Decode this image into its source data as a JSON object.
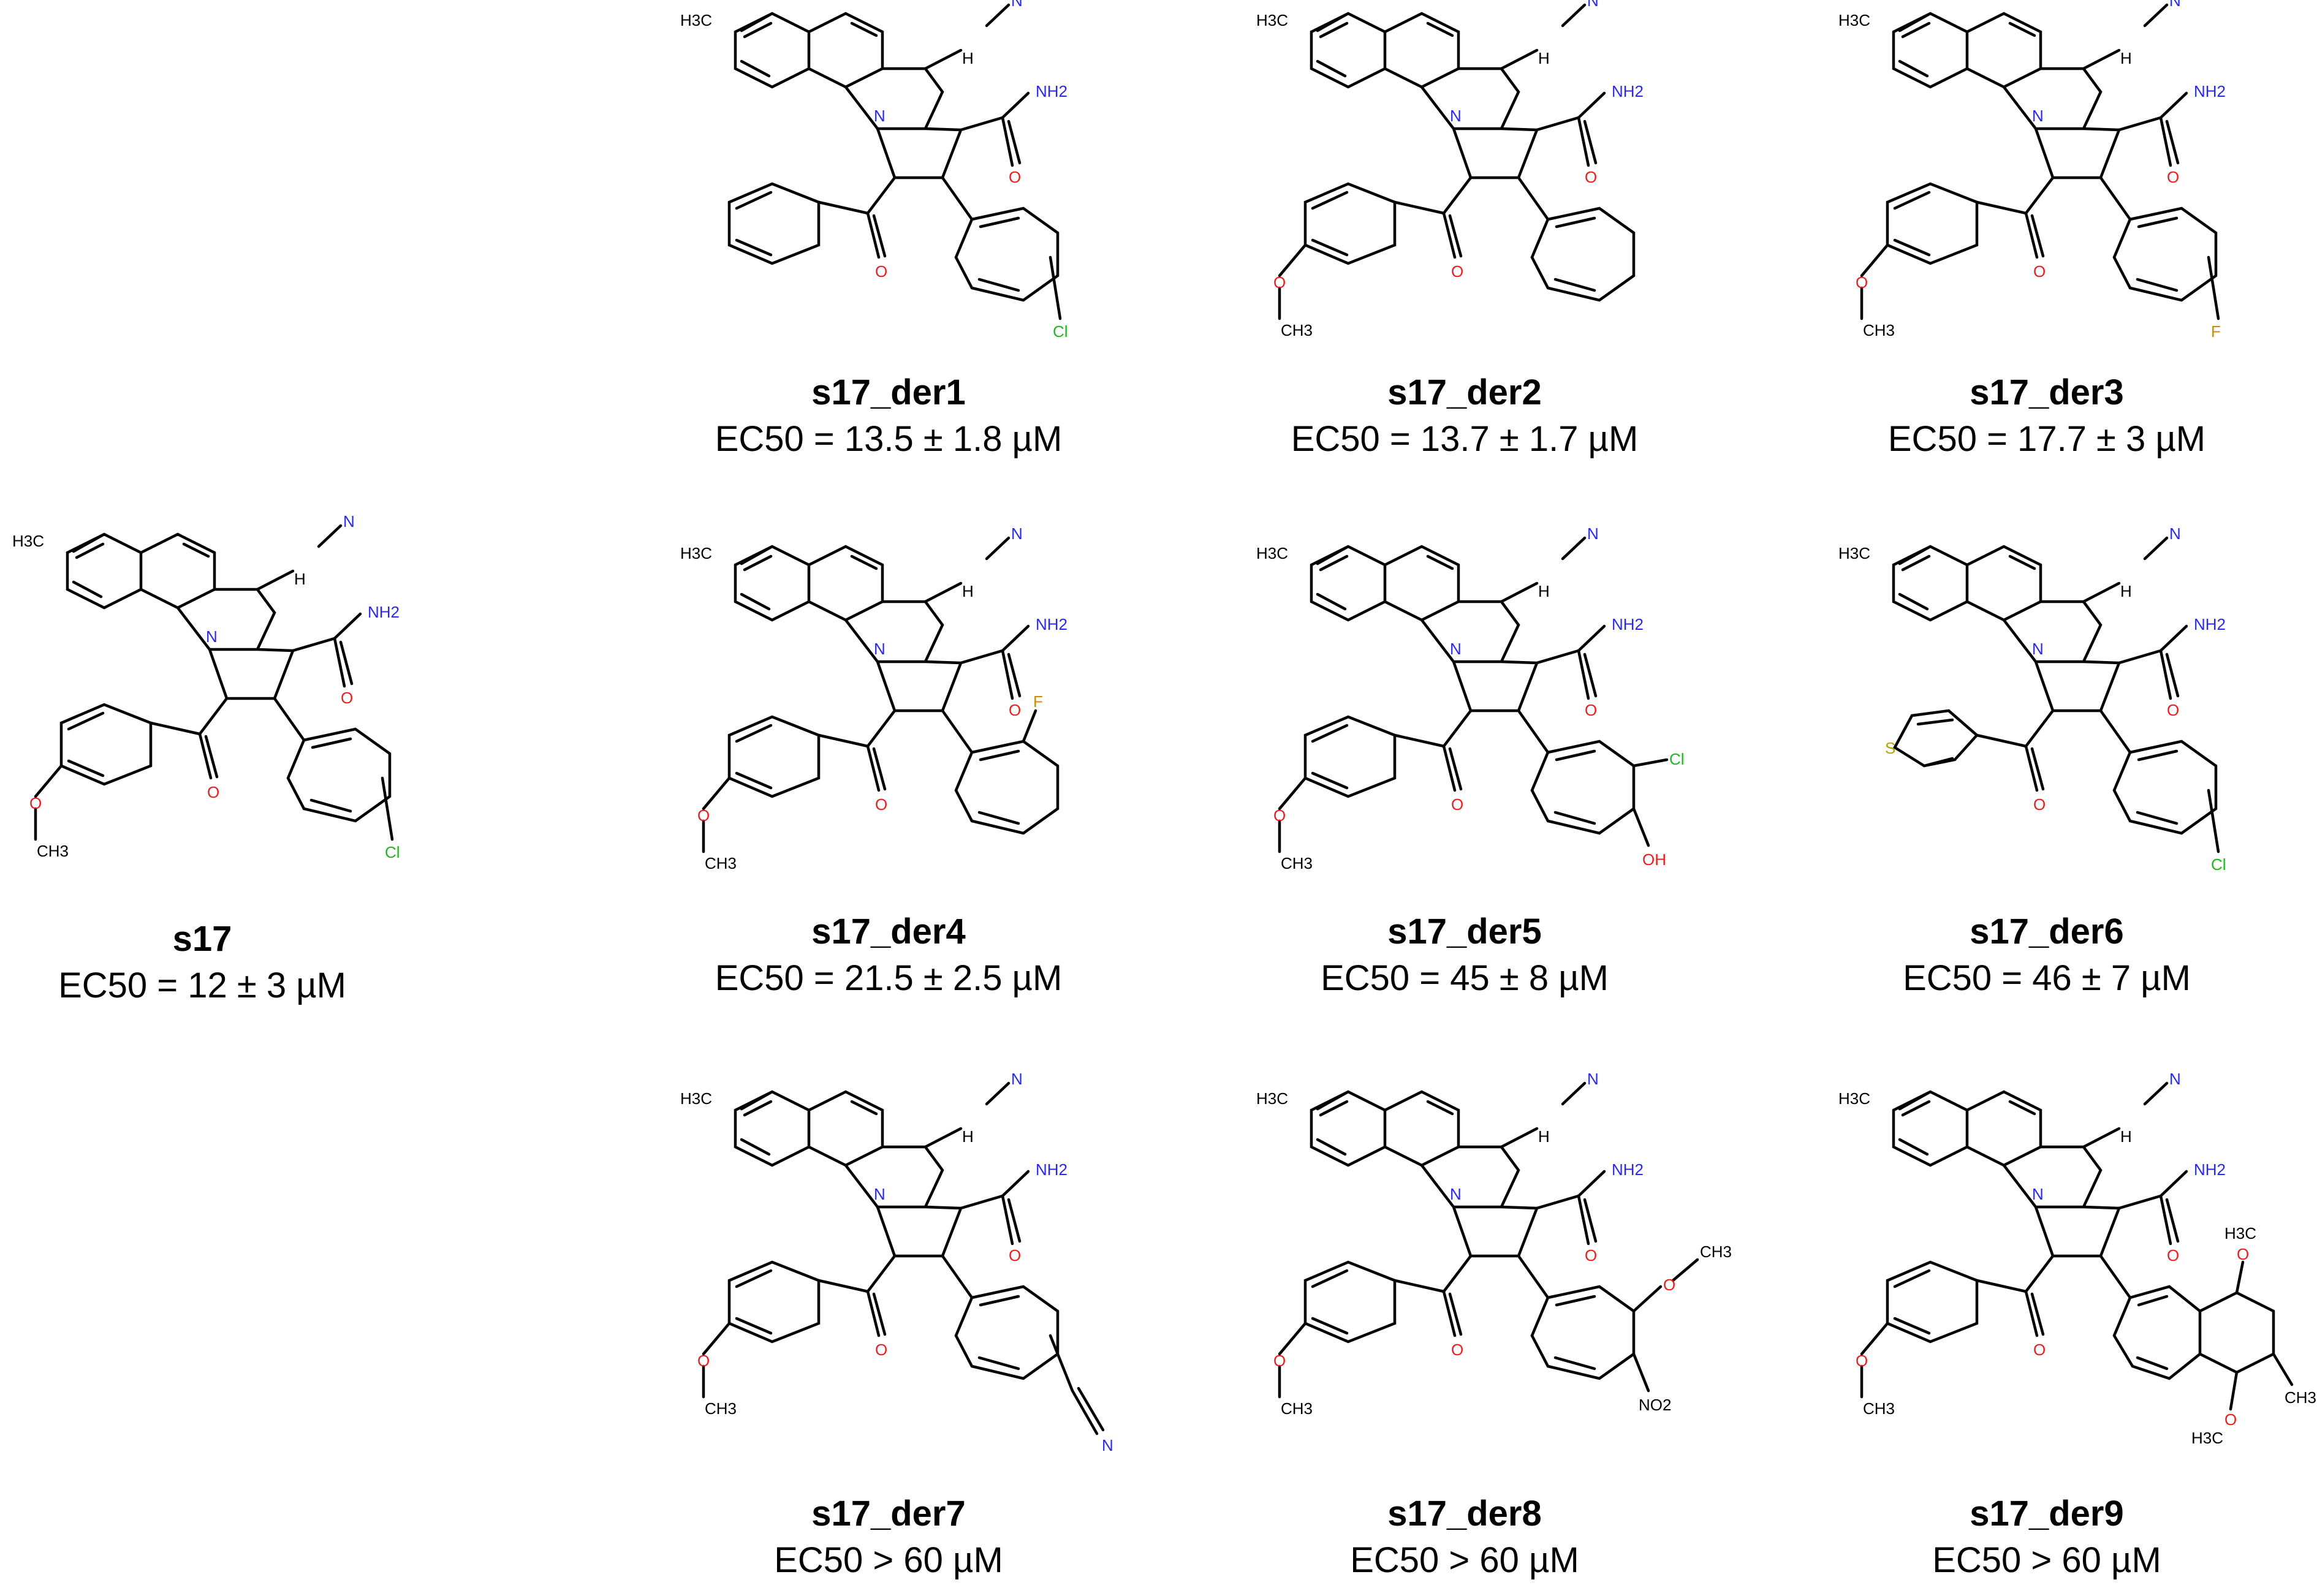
{
  "colors": {
    "carbon": "#000000",
    "nitrogen": "#2a2ae6",
    "oxygen": "#e62020",
    "chlorine": "#1fb81f",
    "fluorine": "#c88a14",
    "sulfur": "#b3a400"
  },
  "compounds": [
    {
      "name": "s17",
      "ec50": "EC50 = 12 ± 3 µM",
      "aryl": "aryl-4-chloro",
      "acyl": "3-methoxybenzoyl",
      "labels": {
        "methyl": "H3C",
        "h": "H",
        "nitrile_n": "N",
        "amide": "NH2",
        "ring_n": "N",
        "amide_o": "O",
        "ketone_o": "O",
        "ome": "O",
        "ome_ch3": "CH3",
        "sub_a": "Cl"
      }
    },
    {
      "name": "s17_der1",
      "ec50": "EC50 = 13.5 ± 1.8 µM",
      "aryl": "aryl-4-chloro",
      "acyl": "benzoyl",
      "labels": {
        "methyl": "H3C",
        "h": "H",
        "nitrile_n": "N",
        "amide": "NH2",
        "ring_n": "N",
        "amide_o": "O",
        "ketone_o": "O",
        "sub_a": "Cl"
      }
    },
    {
      "name": "s17_der2",
      "ec50": "EC50 = 13.7 ± 1.7 µM",
      "aryl": "aryl-phenyl",
      "acyl": "3-methoxybenzoyl",
      "labels": {
        "methyl": "H3C",
        "h": "H",
        "nitrile_n": "N",
        "amide": "NH2",
        "ring_n": "N",
        "amide_o": "O",
        "ketone_o": "O",
        "ome": "O",
        "ome_ch3": "CH3"
      }
    },
    {
      "name": "s17_der3",
      "ec50": "EC50 = 17.7 ± 3 µM",
      "aryl": "aryl-4-fluoro",
      "acyl": "3-methoxybenzoyl",
      "labels": {
        "methyl": "H3C",
        "h": "H",
        "nitrile_n": "N",
        "amide": "NH2",
        "ring_n": "N",
        "amide_o": "O",
        "ketone_o": "O",
        "ome": "O",
        "ome_ch3": "CH3",
        "sub_a": "F"
      }
    },
    {
      "name": "s17_der4",
      "ec50": "EC50 = 21.5 ± 2.5 µM",
      "aryl": "aryl-2-fluoro",
      "acyl": "3-methoxybenzoyl",
      "labels": {
        "methyl": "H3C",
        "h": "H",
        "nitrile_n": "N",
        "amide": "NH2",
        "ring_n": "N",
        "amide_o": "O",
        "ketone_o": "O",
        "ome": "O",
        "ome_ch3": "CH3",
        "sub_a": "F"
      }
    },
    {
      "name": "s17_der5",
      "ec50": "EC50 = 45 ± 8 µM",
      "aryl": "aryl-3-chloro-4-hydroxy",
      "acyl": "3-methoxybenzoyl",
      "labels": {
        "methyl": "H3C",
        "h": "H",
        "nitrile_n": "N",
        "amide": "NH2",
        "ring_n": "N",
        "amide_o": "O",
        "ketone_o": "O",
        "ome": "O",
        "ome_ch3": "CH3",
        "sub_a": "Cl",
        "sub_b": "OH"
      }
    },
    {
      "name": "s17_der6",
      "ec50": "EC50 = 46 ± 7 µM",
      "aryl": "aryl-4-chloro",
      "acyl": "thiophene-3-carbonyl",
      "labels": {
        "methyl": "H3C",
        "h": "H",
        "nitrile_n": "N",
        "amide": "NH2",
        "ring_n": "N",
        "amide_o": "O",
        "ketone_o": "O",
        "thio_s": "S",
        "sub_a": "Cl"
      }
    },
    {
      "name": "s17_der7",
      "ec50": "EC50 > 60 µM",
      "aryl": "aryl-4-cyano",
      "acyl": "3-methoxybenzoyl",
      "labels": {
        "methyl": "H3C",
        "h": "H",
        "nitrile_n": "N",
        "amide": "NH2",
        "ring_n": "N",
        "amide_o": "O",
        "ketone_o": "O",
        "ome": "O",
        "ome_ch3": "CH3",
        "sub_a": "N"
      }
    },
    {
      "name": "s17_der8",
      "ec50": "EC50 > 60 µM",
      "aryl": "aryl-3-methoxy-4-nitro",
      "acyl": "3-methoxybenzoyl",
      "labels": {
        "methyl": "H3C",
        "h": "H",
        "nitrile_n": "N",
        "amide": "NH2",
        "ring_n": "N",
        "amide_o": "O",
        "ketone_o": "O",
        "ome": "O",
        "ome_ch3": "CH3",
        "sub_a": "O",
        "sub_a2": "CH3",
        "sub_b": "NO2"
      }
    },
    {
      "name": "s17_der9",
      "ec50": "EC50 > 60 µM",
      "aryl": "aryl-naphthyl-dimethoxy-methyl",
      "acyl": "3-methoxybenzoyl",
      "labels": {
        "methyl": "H3C",
        "h": "H",
        "nitrile_n": "N",
        "amide": "NH2",
        "ring_n": "N",
        "amide_o": "O",
        "ketone_o": "O",
        "ome": "O",
        "ome_ch3": "CH3",
        "sub_a": "O",
        "sub_a2": "H3C",
        "sub_b": "O",
        "sub_b2": "H3C",
        "sub_c": "CH3"
      }
    }
  ]
}
